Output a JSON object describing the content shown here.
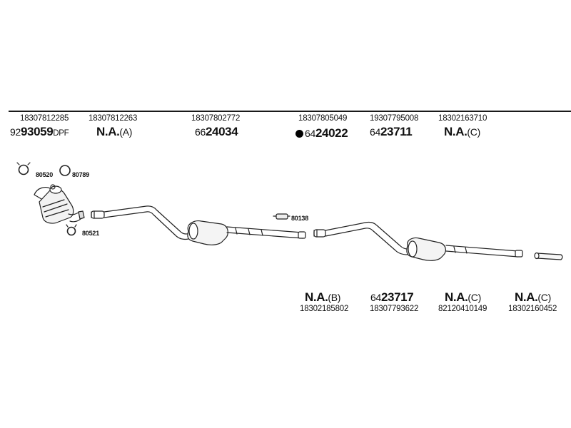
{
  "top_parts": [
    {
      "oe": "18307812285",
      "prefix": "92",
      "code": "93059",
      "suffix": "DPF",
      "dot": false
    },
    {
      "oe": "18307812263",
      "prefix": "",
      "code": "N.A.",
      "suffix": "(A)",
      "dot": false
    },
    {
      "oe": "18307802772",
      "prefix": "66",
      "code": "24034",
      "suffix": "",
      "dot": false
    },
    {
      "oe": "18307805049",
      "prefix": "64",
      "code": "24022",
      "suffix": "",
      "dot": true
    },
    {
      "oe": "19307795008",
      "prefix": "64",
      "code": "23711",
      "suffix": "",
      "dot": false
    },
    {
      "oe": "18302163710",
      "prefix": "",
      "code": "N.A.",
      "suffix": "(C)",
      "dot": false
    }
  ],
  "bottom_parts": [
    {
      "oe": "18302185802",
      "prefix": "",
      "code": "N.A.",
      "suffix": "(B)"
    },
    {
      "oe": "18307793622",
      "prefix": "64",
      "code": "23717",
      "suffix": ""
    },
    {
      "oe": "82120410149",
      "prefix": "",
      "code": "N.A.",
      "suffix": "(C)"
    },
    {
      "oe": "18302160452",
      "prefix": "",
      "code": "N.A.",
      "suffix": "(C)"
    }
  ],
  "accessories": [
    {
      "id": "clamp-80520",
      "code": "80520",
      "icon": "clamp-icon"
    },
    {
      "id": "ring-80789",
      "code": "80789",
      "icon": "ring-icon"
    },
    {
      "id": "clamp-80521",
      "code": "80521",
      "icon": "clamp-icon"
    },
    {
      "id": "bracket-80138",
      "code": "80138",
      "icon": "bracket-icon"
    }
  ]
}
